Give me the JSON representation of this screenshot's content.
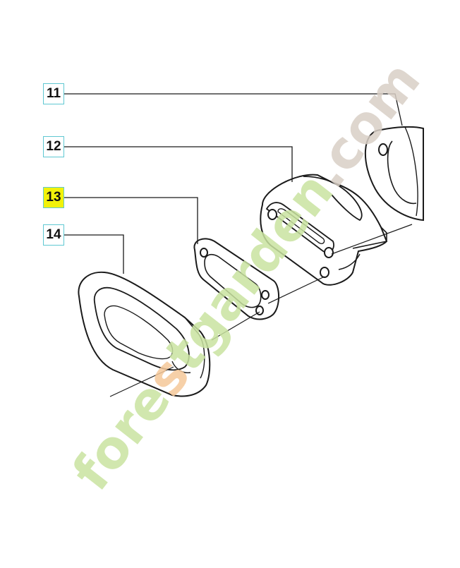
{
  "diagram": {
    "callouts": [
      {
        "id": "11",
        "label": "11",
        "highlighted": false
      },
      {
        "id": "12",
        "label": "12",
        "highlighted": false
      },
      {
        "id": "13",
        "label": "13",
        "highlighted": true
      },
      {
        "id": "14",
        "label": "14",
        "highlighted": false
      }
    ],
    "highlight_color": "#f2f20a",
    "callout_border_color": "#5fc8d2",
    "line_color": "#1a1a1a"
  },
  "watermark": {
    "text": "forestgarden.com",
    "colors": [
      "#c9e3a0",
      "#f5c89a",
      "#d9cfc6"
    ]
  }
}
